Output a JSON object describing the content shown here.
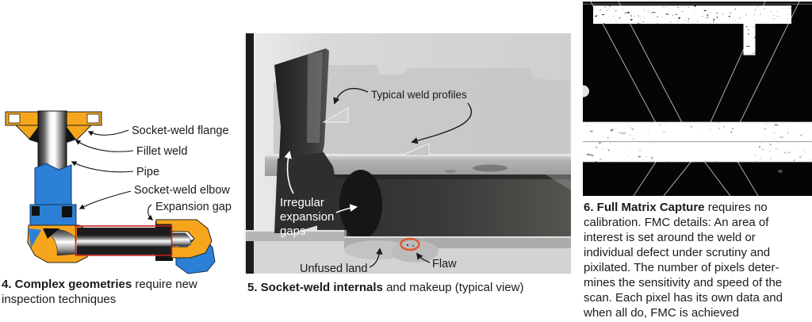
{
  "fig4": {
    "caption_bold": "4. Complex geometries",
    "caption_rest": "require new\ninspection techniques",
    "labels": {
      "flange": "Socket-weld flange",
      "fillet": "Fillet weld",
      "pipe": "Pipe",
      "elbow": "Socket-weld elbow",
      "gap": "Expansion gap"
    },
    "colors": {
      "socket_yellow": "#F6A51C",
      "elbow_blue": "#2B80D5",
      "weld_zone_red": "#C22121"
    }
  },
  "fig5": {
    "caption_bold": "5. Socket-weld internals",
    "caption_rest": "and makeup (typical view)",
    "labels": {
      "weld_profiles": "Typical weld profiles",
      "irregular_1": "Irregular",
      "irregular_2": "expansion",
      "irregular_3": "gaps",
      "unfused": "Unfused land",
      "flaw": "Flaw"
    },
    "colors": {
      "flaw_circle_orange": "#E0582B"
    }
  },
  "fig6": {
    "caption_bold": "6. Full Matrix Capture",
    "caption_rest": "requires no\ncalibration. FMC details: An area of\ninterest is set around the weld or\nindividual defect under scrutiny and\npixilated. The number of pixels deter-\nmines the sensitivity and speed of the\nscan. Each pixel has its own data and\nwhen all do, FMC is achieved"
  }
}
